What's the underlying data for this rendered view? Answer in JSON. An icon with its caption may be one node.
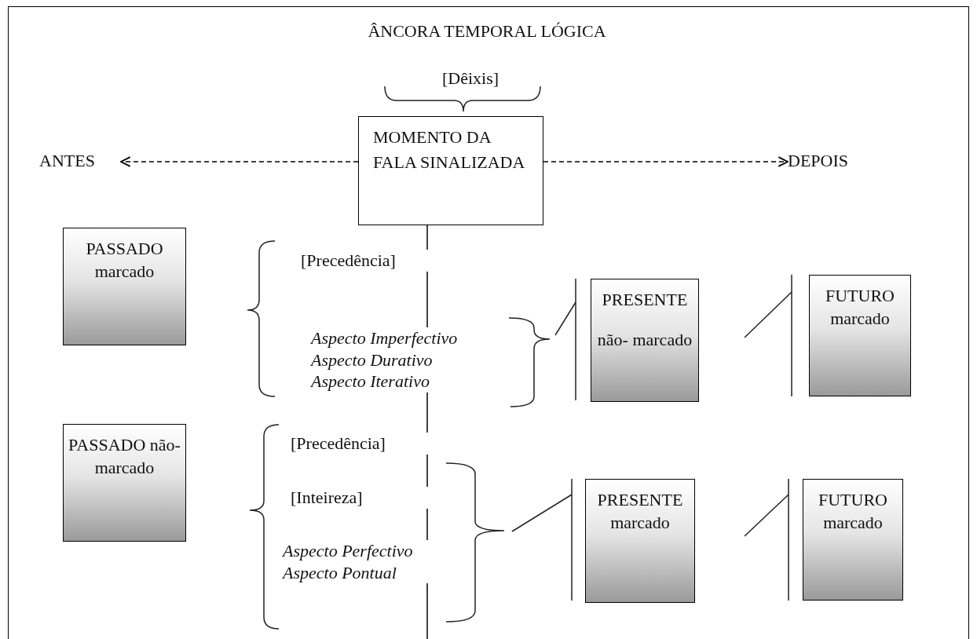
{
  "diagram": {
    "title": "ÂNCORA TEMPORAL LÓGICA",
    "nodes": [
      {
        "text": [
          "MOMENTO DA FALA SINALIZADA"
        ]
      },
      {
        "text": [
          "ANTES"
        ]
      },
      {
        "text": [
          "DEPOIS"
        ]
      },
      {
        "text": [
          "PASSADO marcado"
        ]
      },
      {
        "text": [
          "PRESENTE",
          "não- marcado"
        ]
      },
      {
        "text": [
          "FUTURO marcado"
        ]
      },
      {
        "text": [
          "PASSADO não- marcado"
        ]
      },
      {
        "text": [
          "PRESENTE marcado"
        ]
      },
      {
        "text": [
          "FUTURO marcado"
        ]
      }
    ],
    "edges": [
      {
        "from": 0,
        "to": 1,
        "arrow": "to",
        "style": "dashed"
      },
      {
        "from": 0,
        "to": 2,
        "arrow": "to",
        "style": "dashed"
      },
      {
        "from": 0,
        "to": null,
        "arrow": "none"
      }
    ],
    "labels": [
      "[Dêixis]",
      "[Precedência]",
      "Aspecto Imperfectivo Aspecto Durativo Aspecto Iterativo",
      "[Precedência]",
      "[Inteireza]",
      "Aspecto Perfectivo Aspecto Pontual"
    ]
  }
}
